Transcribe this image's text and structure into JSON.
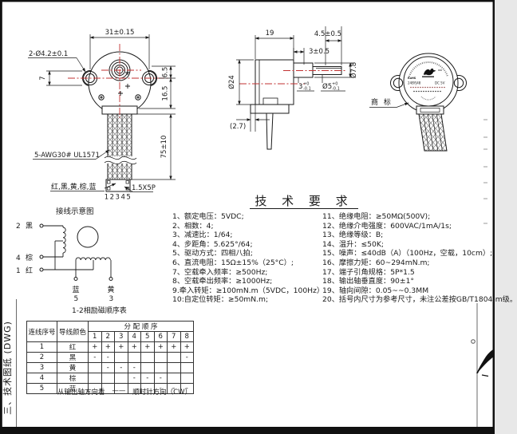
{
  "colors": {
    "line": "#1a1a1a",
    "centerline": "#c23232",
    "green": "#18a018",
    "paper": "#ffffff"
  },
  "front_view": {
    "dim_width": "31±0.15",
    "dim_holes": "2-Ø4.2±0.1",
    "dim_ear": "7",
    "dim_top": "6.5",
    "dim_mid": "16.5",
    "dim_wire": "75±10",
    "wire_spec": "5-AWG30# UL1571",
    "wire_colors": "红,黑,黄,棕,蓝",
    "pins": "12345",
    "connector": "1.5X5P",
    "caption": "接线示意图"
  },
  "side_view": {
    "dim_len": "19",
    "dim_shaft": "4.5±0.5",
    "dim_step": "3±0.5",
    "dim_body": "Ø24",
    "dim_boss": "Ø7.8",
    "dim_ref": "(2.7)",
    "dim_flat": {
      "v": "3",
      "up": "+0",
      "dn": "-0.1"
    },
    "dim_shaft_dia": {
      "v": "Ø5",
      "up": "+0",
      "dn": "-0.1"
    }
  },
  "label_view": {
    "callout": "商 标",
    "rohs": "RoHS",
    "model": "24BYJ48",
    "volt": "DC 5V"
  },
  "tech": {
    "title": "技 术 要 求",
    "left": [
      "1、额定电压：5VDC;",
      "2、相数：4;",
      "3、减速比：1/64;",
      "4、步距角：5.625°/64;",
      "5、驱动方式：四相八拍;",
      "6、直流电阻：15Ω±15%（25°C）;",
      "7、空载牵入频率：≥500Hz;",
      "8、空载牵出频率：≥1000Hz;",
      "9.牵入转矩：≥100mN.m（5VDC，100Hz）",
      "10:自定位转矩：≥50mN.m;"
    ],
    "right": [
      "11、绝缘电阻：≥50MΩ(500V);",
      "12、绝缘介电强度：600VAC/1mA/1s;",
      "13、绝缘等级：B;",
      "14、温升：≤50K;",
      "15、噪声：≤40dB（A）（100Hz，空载，10cm）;",
      "16、摩擦力矩：60~294mN.m;",
      "17、端子引角规格：5P*1.5",
      "18、输出轴垂直度：90±1°",
      "19、轴向间隙：0.05~~0.3MM",
      "20、括号内尺寸为参考尺寸，未注公差按GB/T1804-m级。"
    ]
  },
  "coil": {
    "t2": {
      "num": "2",
      "color": "黑"
    },
    "t4": {
      "num": "4",
      "color": "棕"
    },
    "t1": {
      "num": "1",
      "color": "红"
    },
    "b5": {
      "color": "蓝",
      "num": "5"
    },
    "b3": {
      "color": "黄",
      "num": "3"
    },
    "caption": "1-2相励磁顺序表"
  },
  "table": {
    "h_no": "连线序号",
    "h_color": "导线颜色",
    "h_seq": "分 配 顺 序",
    "steps": [
      "1",
      "2",
      "3",
      "4",
      "5",
      "6",
      "7",
      "8"
    ],
    "rows": [
      {
        "no": "1",
        "color": "红",
        "cells": [
          "+",
          "+",
          "+",
          "+",
          "+",
          "+",
          "+",
          "+"
        ]
      },
      {
        "no": "2",
        "color": "黑",
        "cells": [
          "-",
          "-",
          "",
          "",
          "",
          "",
          "",
          "-"
        ]
      },
      {
        "no": "3",
        "color": "黄",
        "cells": [
          "",
          "-",
          "-",
          "-",
          "",
          "",
          "",
          ""
        ]
      },
      {
        "no": "4",
        "color": "棕",
        "cells": [
          "",
          "",
          "",
          "-",
          "-",
          "-",
          "",
          ""
        ]
      },
      {
        "no": "5",
        "color": "蓝",
        "cells": [
          "",
          "",
          "",
          "",
          "",
          "-",
          "-",
          "-"
        ]
      }
    ],
    "note_a": "从输出轴方向看",
    "note_dash": "——",
    "note_b": "顺时针方向（CW）"
  },
  "side_label": "三、技术图纸 (DWG)"
}
